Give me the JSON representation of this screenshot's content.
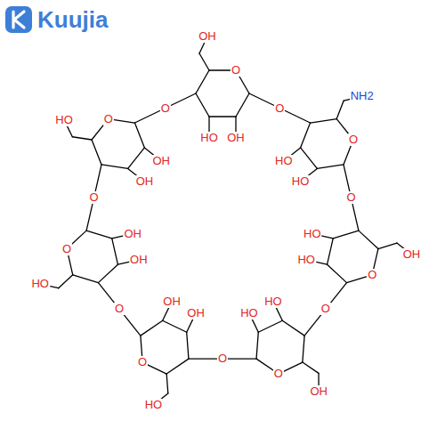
{
  "diagram": {
    "labels": [
      "Kuujia",
      "O",
      "OH",
      "OH",
      "HO",
      "O",
      "O",
      "NH2",
      "HO",
      "HO",
      "O",
      "O",
      "OH",
      "HO",
      "HO",
      "O",
      "O",
      "OH",
      "HO",
      "HO",
      "O",
      "O",
      "HO",
      "OH",
      "OH",
      "O",
      "O",
      "HO",
      "OH",
      "OH",
      "O",
      "O",
      "HO",
      "OH",
      "OH",
      "O"
    ]
  }
}
